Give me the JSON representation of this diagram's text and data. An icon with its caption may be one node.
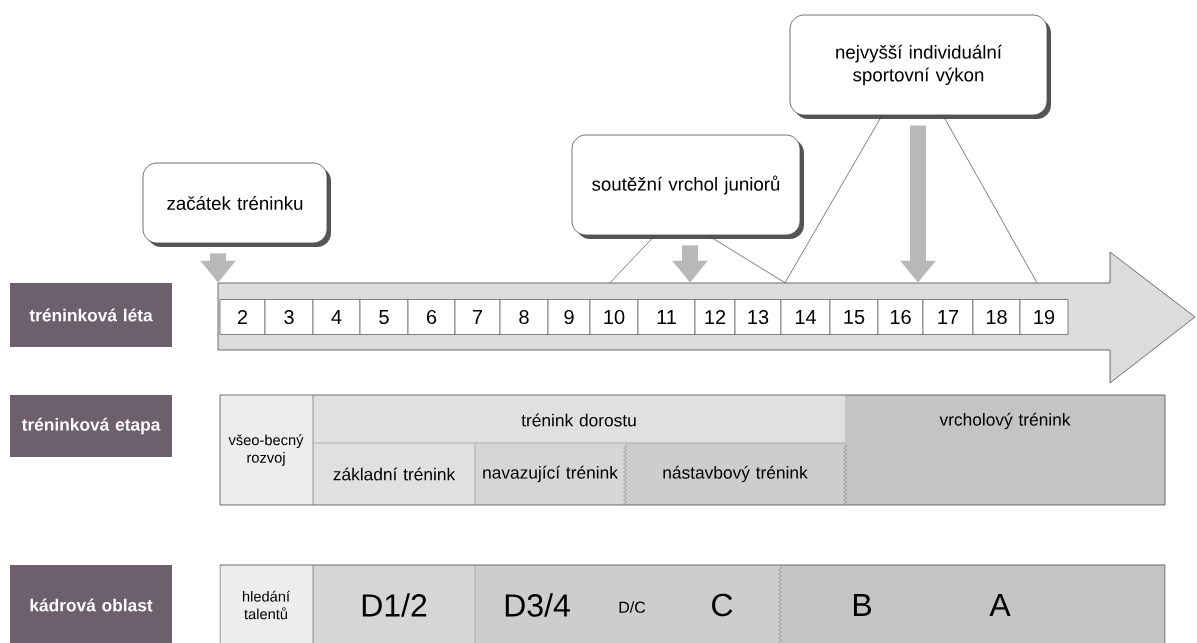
{
  "diagram": {
    "nodes": [
      {
        "text": [
          "tréninková léta"
        ]
      },
      {
        "text": [
          "tréninková etapa"
        ]
      },
      {
        "text": [
          "kádrová oblast"
        ]
      },
      {
        "text": [
          "začátek tréninku"
        ]
      },
      {
        "text": [
          "soutěžní vrchol juniorů"
        ]
      },
      {
        "text": [
          "nejvyšší individuální sportovní výkon"
        ]
      },
      {
        "text": [],
        "shape": "arrow"
      }
    ],
    "edges": [
      {
        "from": 3,
        "to": 6,
        "arrow": "to",
        "style": "thick",
        "color": "#b8b8b8"
      },
      {
        "from": 4,
        "to": 6,
        "arrow": "to",
        "style": "thick",
        "color": "#b8b8b8"
      },
      {
        "from": 5,
        "to": 6,
        "arrow": "to",
        "style": "thick",
        "color": "#b8b8b8"
      },
      {
        "from": 4,
        "to": 6,
        "arrow": "none"
      },
      {
        "from": 4,
        "to": 6,
        "arrow": "none"
      },
      {
        "from": 5,
        "to": 6,
        "arrow": "none"
      },
      {
        "from": 5,
        "to": 6,
        "arrow": "none"
      }
    ],
    "labels": [
      "2",
      "3",
      "4",
      "5",
      "6",
      "7",
      "8",
      "9",
      "10",
      "11",
      "12",
      "13",
      "14",
      "15",
      "16",
      "17",
      "18",
      "19",
      "všeo-becný rozvoj",
      "trénink dorostu",
      "vrcholový trénink",
      "základní trénink",
      "navazující trénink",
      "nástavbový trénink",
      "hledání talentů",
      "D1/2",
      "D3/4",
      "D/C",
      "C",
      "B",
      "A"
    ]
  }
}
